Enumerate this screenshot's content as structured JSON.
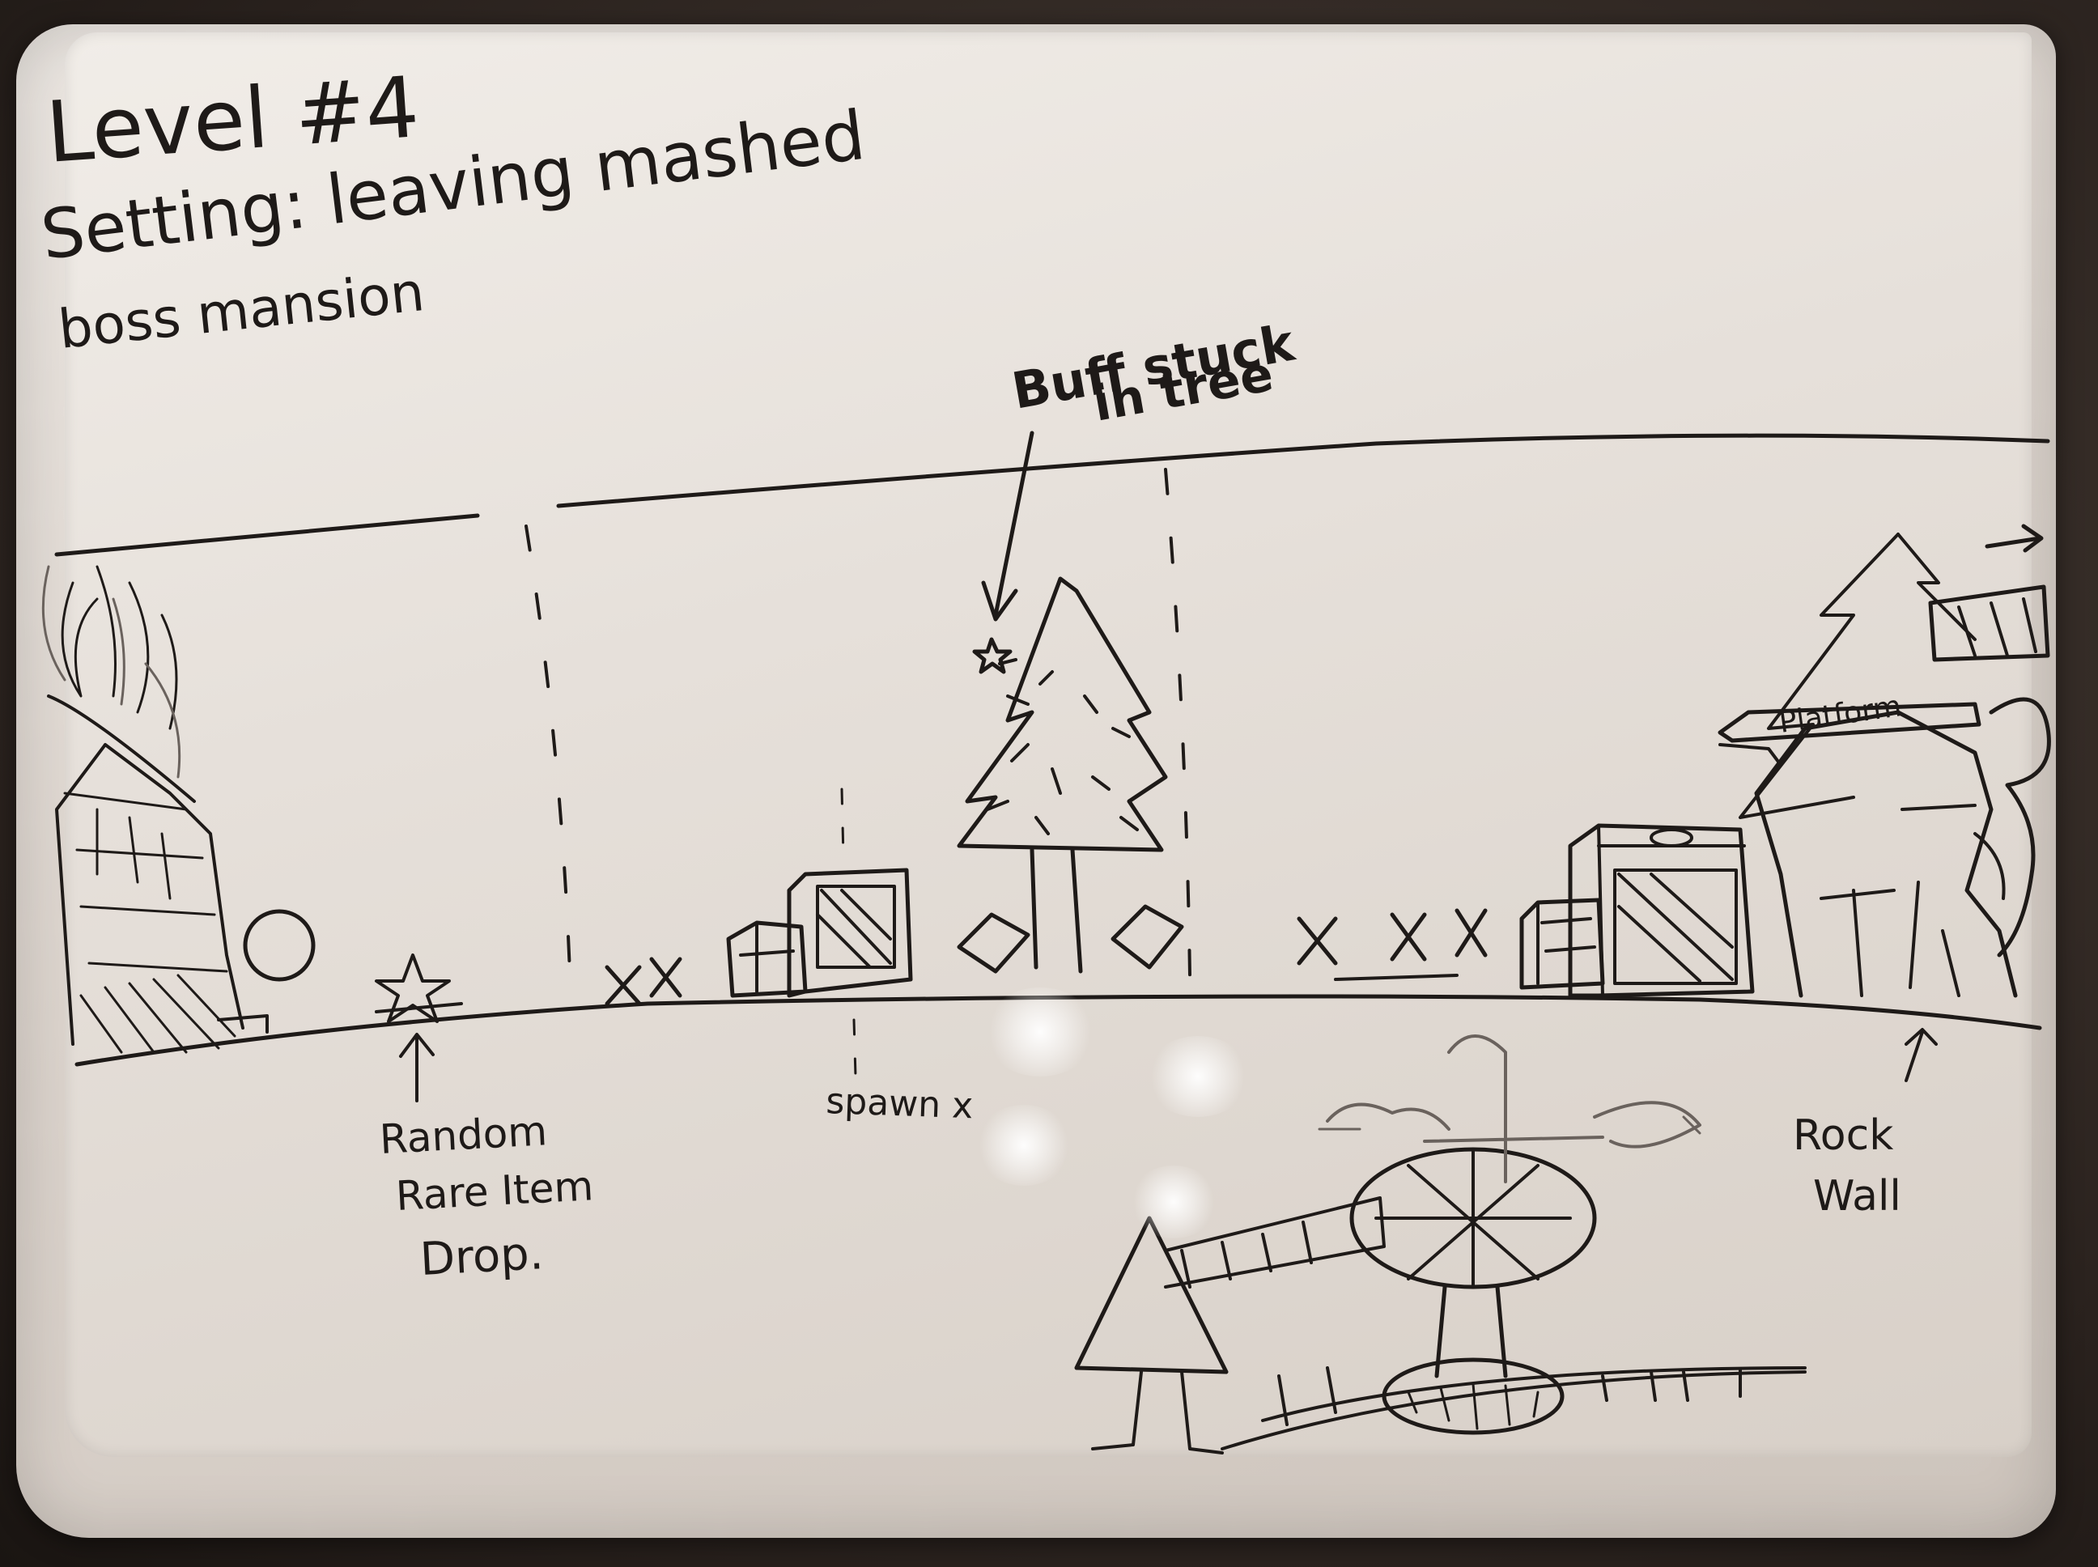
{
  "board": {
    "title": "Level #4",
    "setting_line1": "Setting: leaving mashed",
    "setting_line2": "boss mansion"
  },
  "annotations": {
    "buff_line1": "Buff stuck",
    "buff_line2": "in tree",
    "random_line1": "Random",
    "random_line2": "Rare Item",
    "random_line3": "Drop.",
    "spawn": "spawn x",
    "rock_line1": "Rock",
    "rock_line2": "Wall",
    "platform": "Platform"
  },
  "colors": {
    "ink": "#1e1a18",
    "board": "#e9e4df",
    "frame": "#dcd4cd"
  }
}
